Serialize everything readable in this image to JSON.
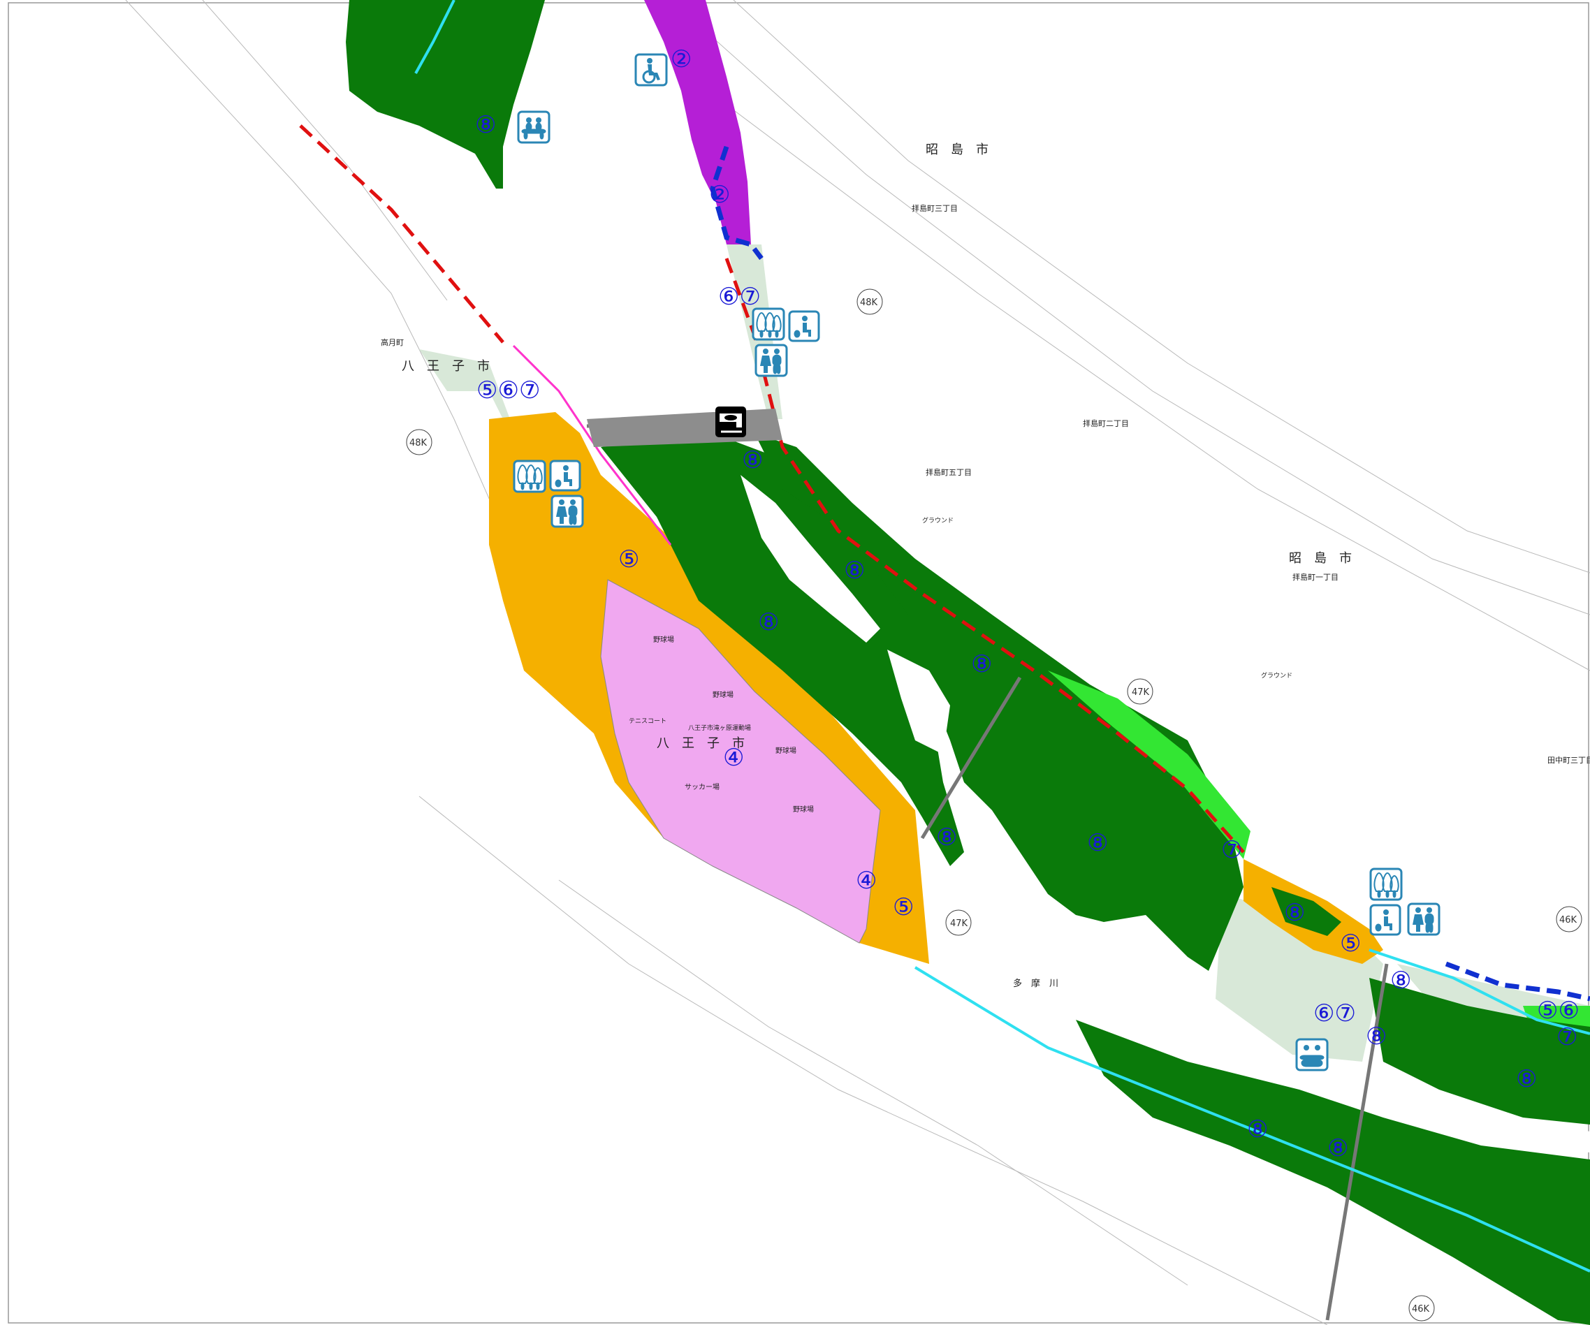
{
  "place_labels": {
    "akishima_1": "昭　島　市",
    "akishima_2": "昭　島　市",
    "hachioji_1": "八　王　子　市",
    "hachioji_2": "八　王　子　市",
    "haijima_3": "拝島町三丁目",
    "haijima_2": "拝島町二丁目",
    "haijima_1": "拝島町一丁目",
    "haijima_5": "拝島町五丁目",
    "tanaka_3": "田中町三丁目",
    "takatsuki": "高月町",
    "river": "多　摩　川"
  },
  "kilo_posts": [
    "48K",
    "48K",
    "47K",
    "47K",
    "46K",
    "46K"
  ],
  "zone_numbers": {
    "z2a": "②",
    "z2b": "②",
    "z67a": "⑥⑦",
    "z567a": "⑤⑥⑦",
    "z8a": "⑧",
    "z8b": "⑧",
    "z8c": "⑧",
    "z8d": "⑧",
    "z8e": "⑧",
    "z8f": "⑧",
    "z8g": "⑧",
    "z8h": "⑧",
    "z8i": "⑧",
    "z8j": "⑧",
    "z8k": "⑧",
    "z8l": "⑧",
    "z8m": "⑧",
    "z5a": "⑤",
    "z5b": "⑤",
    "z5c": "⑤",
    "z4a": "④",
    "z4b": "④",
    "z7a": "⑦",
    "z7b": "⑦",
    "z67b": "⑥⑦",
    "z56b": "⑤⑥"
  },
  "field_labels": {
    "baseball_1": "野球場",
    "baseball_2": "野球場",
    "baseball_3": "野球場",
    "baseball_4": "野球場",
    "soccer": "サッカー場",
    "tennis": "テニスコート",
    "ground_1": "グラウンド",
    "ground_2": "グラウンド",
    "park": "八王子市滝ヶ原運動場"
  },
  "colors": {
    "forest": "#0a7a0a",
    "lawn": "#f5b000",
    "sports": "#f0a8f0",
    "purple": "#b51fd6",
    "pale": "#d8e8d8",
    "lime": "#33e633",
    "cyan": "#2fe0f0",
    "red_dash": "#e01010",
    "blue_dash": "#1030d0",
    "magenta": "#ff33cc",
    "facility": "#2a86b5"
  },
  "icons": [
    "wheelchair-icon",
    "bench-icon",
    "trees-icon",
    "toilet-icon",
    "fishway-icon",
    "shelter-icon"
  ]
}
